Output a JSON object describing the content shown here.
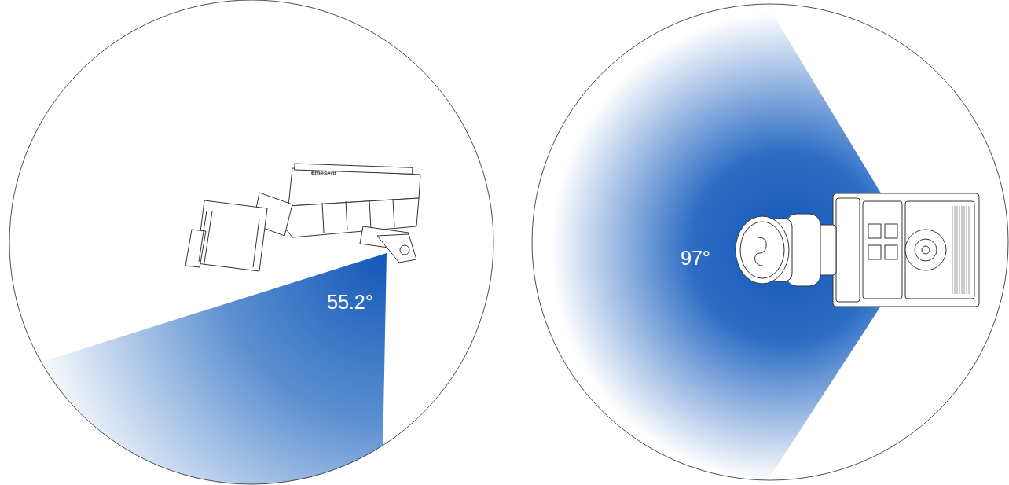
{
  "diagram": {
    "labels": [
      "55.2°",
      "97°",
      "emesent"
    ]
  }
}
